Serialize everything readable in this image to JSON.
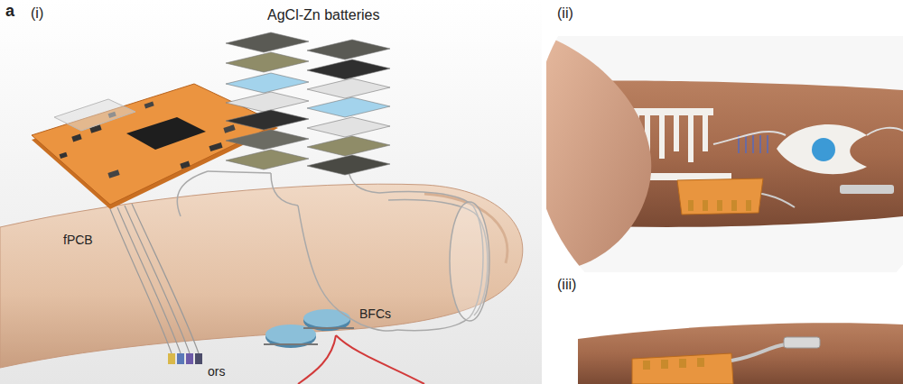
{
  "diagram": {
    "labels": [
      "a",
      "(i)",
      "AgCl-Zn batteries",
      "(ii)",
      "fPCB",
      "(iii)",
      "BFCs",
      "ors"
    ]
  }
}
